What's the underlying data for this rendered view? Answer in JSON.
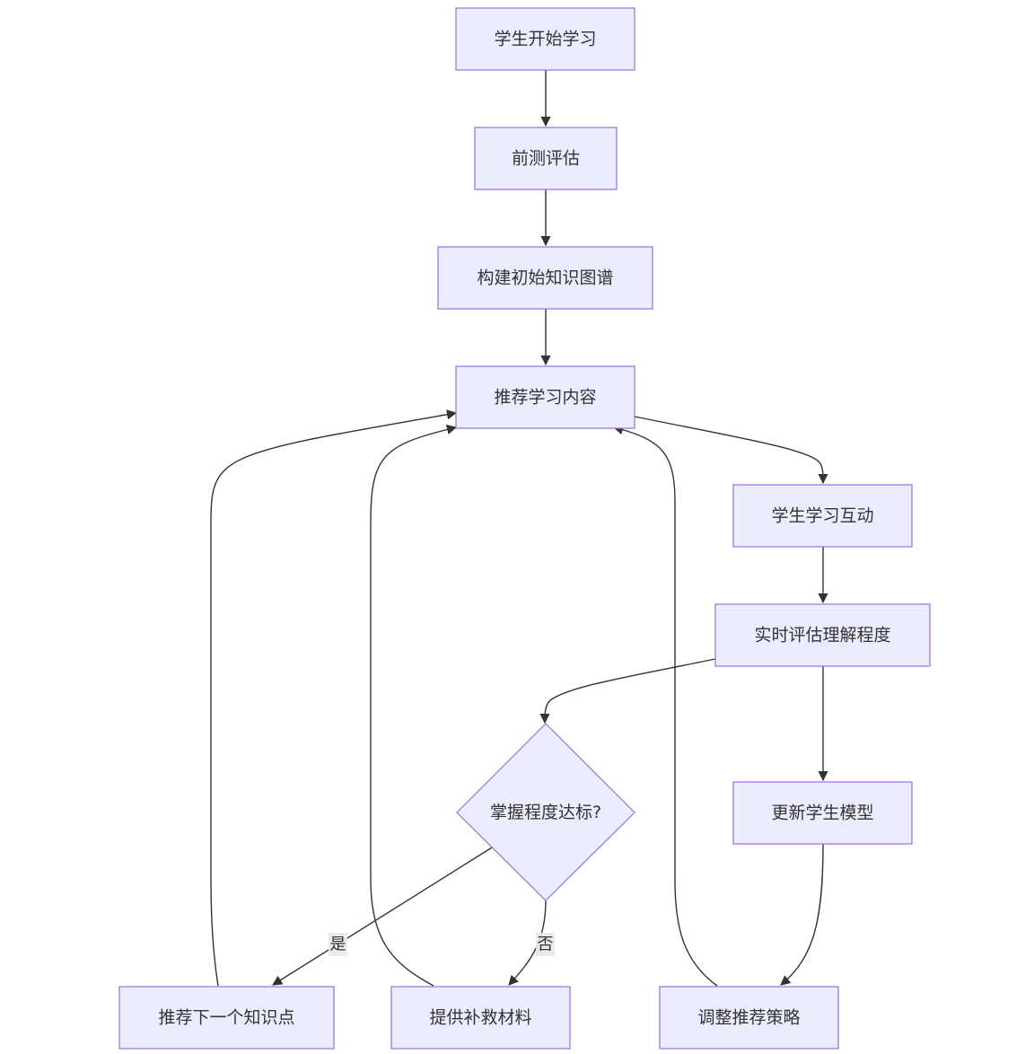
{
  "nodes": {
    "start": "学生开始学习",
    "pretest": "前测评估",
    "build_graph": "构建初始知识图谱",
    "recommend": "推荐学习内容",
    "interact": "学生学习互动",
    "realtime_eval": "实时评估理解程度",
    "mastery_check": "掌握程度达标?",
    "update_model": "更新学生模型",
    "next_point": "推荐下一个知识点",
    "remedial": "提供补救材料",
    "adjust_strategy": "调整推荐策略"
  },
  "edge_labels": {
    "yes": "是",
    "no": "否"
  },
  "colors": {
    "node_fill": "#ECECFF",
    "node_stroke": "#9370DB",
    "edge": "#333333",
    "label_bg": "#E8E8E8"
  }
}
